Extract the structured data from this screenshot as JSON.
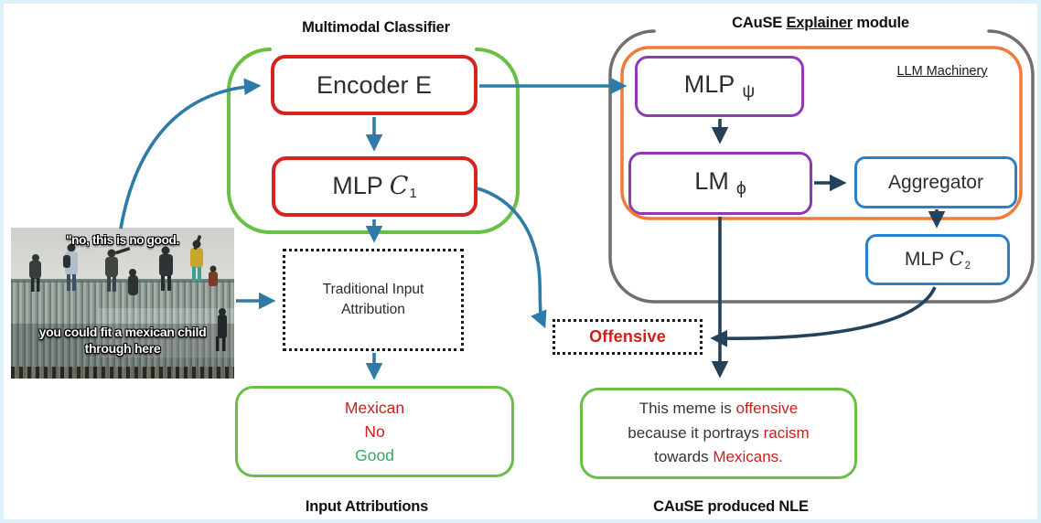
{
  "titles": {
    "left": "Multimodal Classifier",
    "right_prefix": "CAuSE ",
    "right_underlined": "Explainer",
    "right_suffix": " module",
    "llm_machinery": "LLM Machinery"
  },
  "classifier": {
    "encoder_label": "Encoder E",
    "mlp_c1_main": "MLP ",
    "mlp_c1_script": "C",
    "mlp_c1_sub": "1"
  },
  "explainer": {
    "mlp_psi_main": "MLP",
    "mlp_psi_sub": "ψ",
    "lm_phi_main": "LM",
    "lm_phi_sub": "ϕ",
    "aggregator_label": "Aggregator",
    "mlp_c2_main": "MLP ",
    "mlp_c2_script": "C",
    "mlp_c2_sub": "2"
  },
  "offensive_label": "Offensive",
  "traditional_attribution": {
    "line1": "Traditional Input",
    "line2": "Attribution"
  },
  "input_attributions": {
    "lines": [
      {
        "text": "Mexican",
        "color": "#c7221d"
      },
      {
        "text": "No",
        "color": "#c7221d"
      },
      {
        "text": "Good",
        "color": "#2fad5e"
      }
    ],
    "caption": "Input Attributions"
  },
  "nle": {
    "l1_normal": "This meme is ",
    "l1_red": "offensive",
    "l2_normal": "because it portrays ",
    "l2_red": "racism",
    "l3_normal": "towards ",
    "l3_red": "Mexicans.",
    "caption": "CAuSE produced NLE"
  },
  "meme": {
    "top_text": "\"no, this is no good.",
    "bottom_line1": "you could fit a mexican child",
    "bottom_line2": "through here"
  },
  "colors": {
    "arrow_teal": "#2e7ba8",
    "arrow_navy": "#25425a",
    "box_red": "#d5231d",
    "box_purple": "#9138b8",
    "box_blue": "#2a7fc9",
    "container_green": "#6abf45",
    "container_gray": "#6f6f6f",
    "container_orange": "#ee7b39",
    "text_red": "#c7221d",
    "text_green": "#2fad5e",
    "frame_blue": "#dcf1fa"
  }
}
